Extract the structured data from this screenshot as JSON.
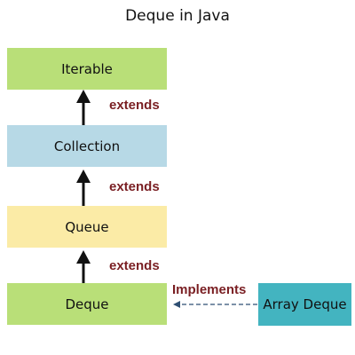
{
  "title": "Deque in Java",
  "nodes": {
    "iterable": "Iterable",
    "collection": "Collection",
    "queue": "Queue",
    "deque": "Deque",
    "array_deque": "Array Deque"
  },
  "relations": {
    "extends_1": "extends",
    "extends_2": "extends",
    "extends_3": "extends",
    "implements": "Implements"
  },
  "colors": {
    "green_box": "#b9df78",
    "blue_box": "#b7d9e6",
    "yellow_box": "#fbeba6",
    "teal_box": "#43b4c0",
    "label_text": "#7a1f23"
  }
}
